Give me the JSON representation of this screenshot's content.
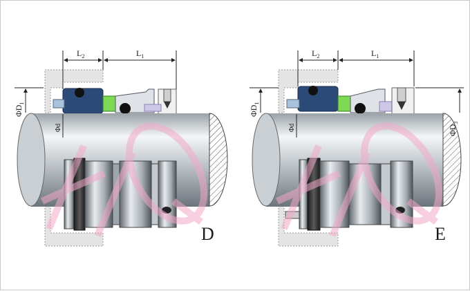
{
  "diagrams": [
    {
      "variant_letter": "D",
      "dim_L1": "L",
      "dim_L1_sub": "1",
      "dim_L2": "L",
      "dim_L2_sub": "2",
      "dim_D1": "ΦD",
      "dim_D1_sub": "1",
      "dim_d": "Φd"
    },
    {
      "variant_letter": "E",
      "dim_L1": "L",
      "dim_L1_sub": "1",
      "dim_L2": "L",
      "dim_L2_sub": "2",
      "dim_D1": "ΦD",
      "dim_D1_sub": "1",
      "dim_d": "Φd",
      "dim_D3": "ΦD",
      "dim_D3_sub": "3"
    }
  ],
  "watermark": "HQ",
  "colors": {
    "gland": "#e4e4e4",
    "shaft_mid": "#d6dadd",
    "seat_blue": "#2b4a78",
    "face_green": "#7ed957",
    "oring": "#111111",
    "watermark": "#f2a9c9"
  }
}
